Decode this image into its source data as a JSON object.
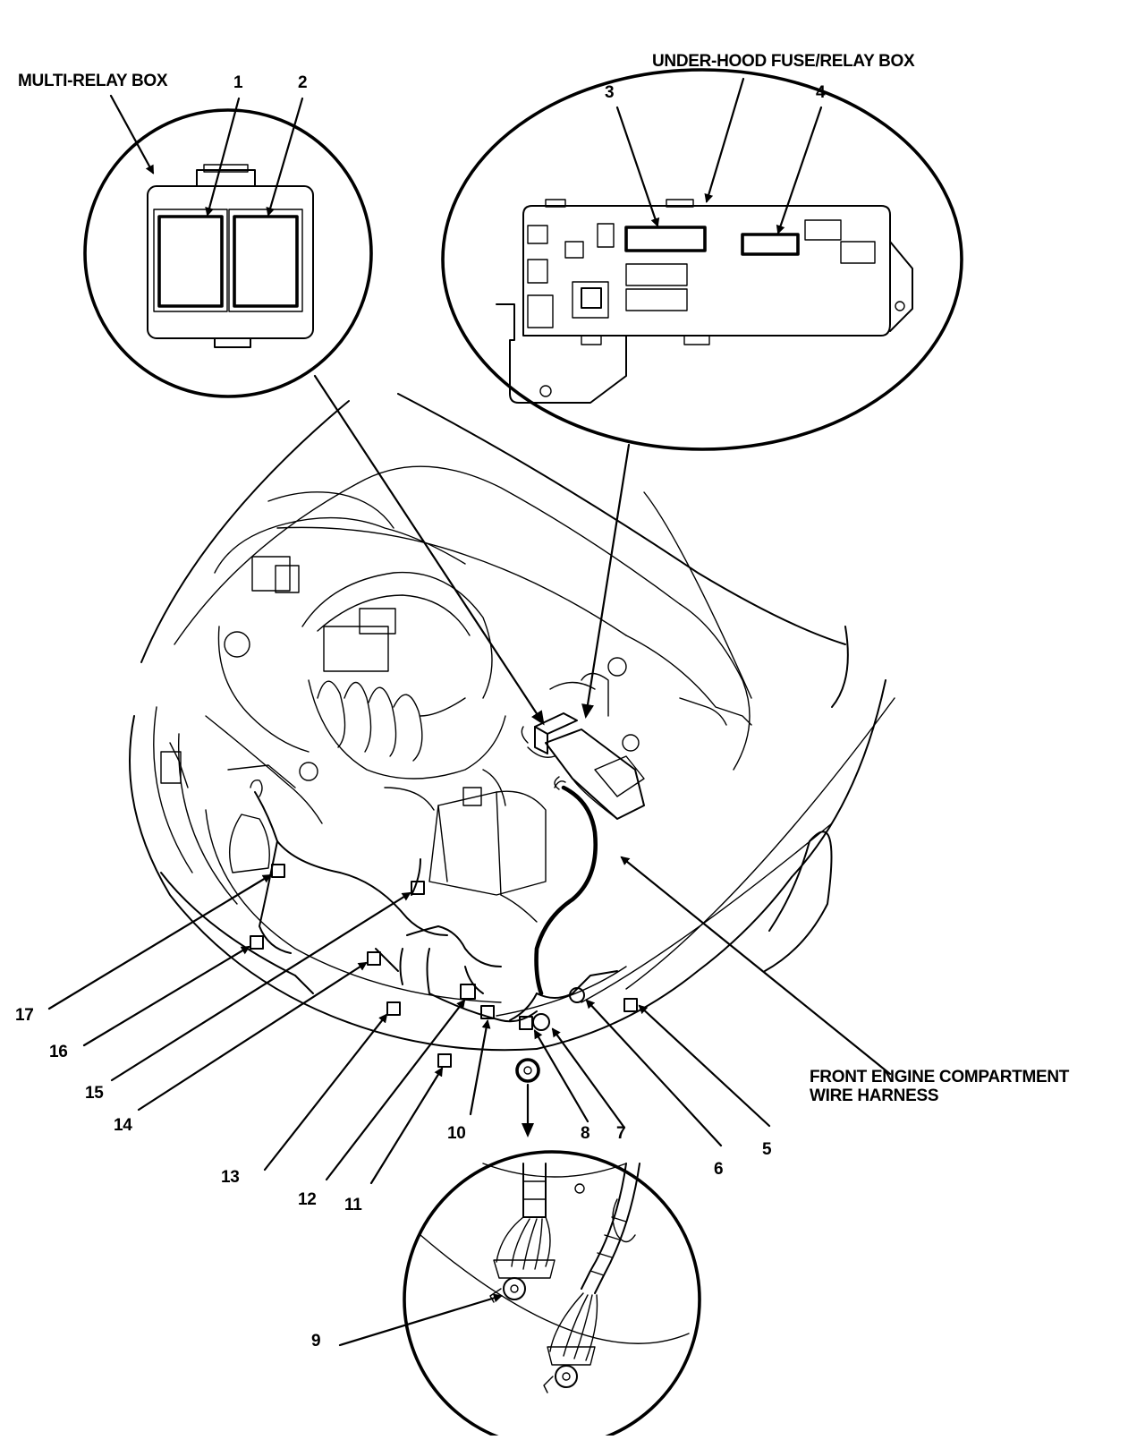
{
  "labels": {
    "multi_relay_box": "MULTI-RELAY BOX",
    "under_hood_box": "UNDER-HOOD FUSE/RELAY BOX",
    "harness_line1": "FRONT ENGINE COMPARTMENT",
    "harness_line2": "WIRE HARNESS"
  },
  "callouts": {
    "n1": "1",
    "n2": "2",
    "n3": "3",
    "n4": "4",
    "n5": "5",
    "n6": "6",
    "n7": "7",
    "n8": "8",
    "n9": "9",
    "n10": "10",
    "n11": "11",
    "n12": "12",
    "n13": "13",
    "n14": "14",
    "n15": "15",
    "n16": "16",
    "n17": "17"
  },
  "colors": {
    "ink": "#000000",
    "paper": "#ffffff"
  }
}
